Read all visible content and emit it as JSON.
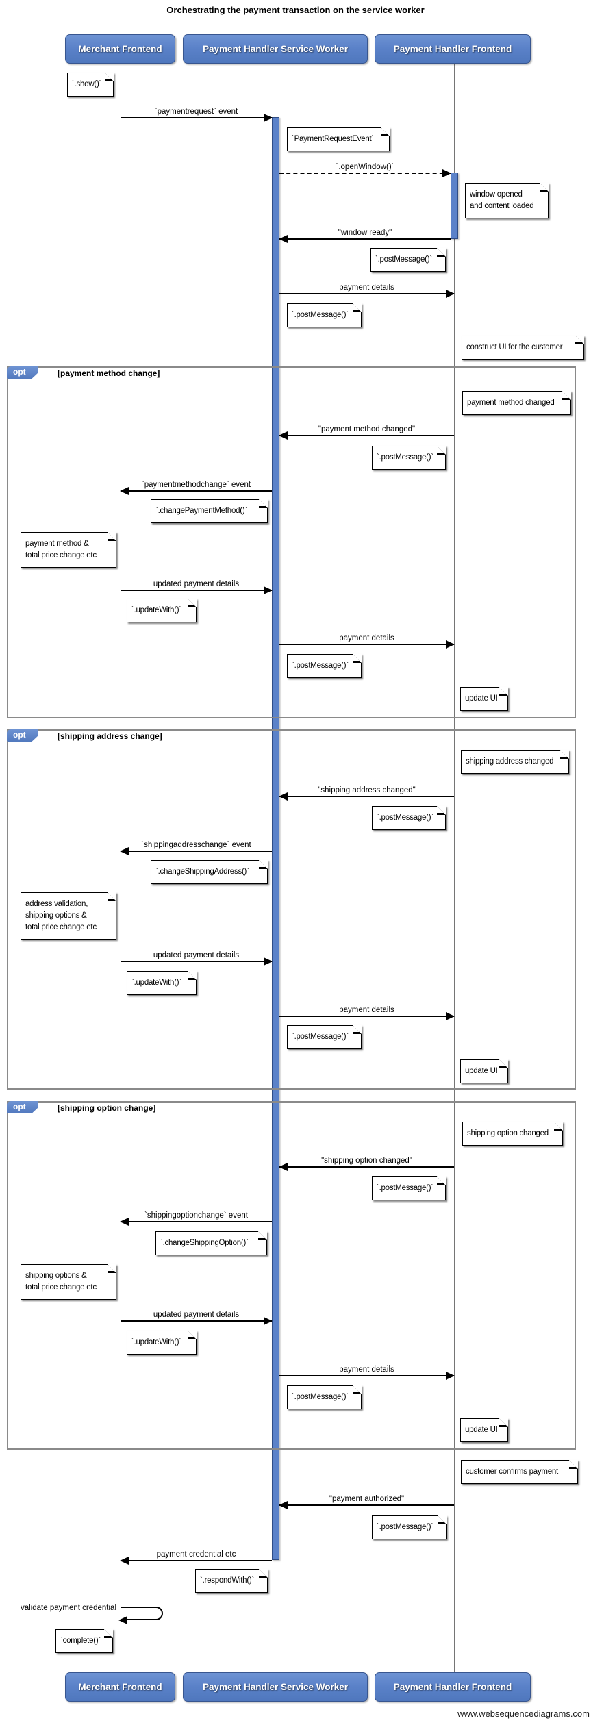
{
  "title": "Orchestrating the payment transaction on the service worker",
  "watermark": "www.websequencediagrams.com",
  "participants": {
    "merchant": "Merchant Frontend",
    "service_worker": "Payment Handler Service Worker",
    "handler_frontend": "Payment Handler Frontend"
  },
  "colors": {
    "participant_fill": "#5b82c9",
    "participant_border": "#38568f",
    "activation_fill": "#5b82c9",
    "fragment_border": "#8a8a8a",
    "note_fill": "#ffffff",
    "line": "#000000",
    "lifeline": "#757575"
  },
  "fragments": [
    {
      "keyword": "opt",
      "condition": "[payment method change]"
    },
    {
      "keyword": "opt",
      "condition": "[shipping address change]"
    },
    {
      "keyword": "opt",
      "condition": "[shipping option change]"
    }
  ],
  "messages": [
    {
      "label": "`paymentrequest` event",
      "from": "merchant",
      "to": "service_worker",
      "style": "solid"
    },
    {
      "label": "`.openWindow()`",
      "from": "service_worker",
      "to": "handler_frontend",
      "style": "dashed"
    },
    {
      "label": "\"window ready\"",
      "from": "handler_frontend",
      "to": "service_worker",
      "style": "solid"
    },
    {
      "label": "payment details",
      "from": "service_worker",
      "to": "handler_frontend",
      "style": "solid"
    },
    {
      "label": "\"payment method changed\"",
      "from": "handler_frontend",
      "to": "service_worker",
      "style": "solid"
    },
    {
      "label": "`paymentmethodchange` event",
      "from": "service_worker",
      "to": "merchant",
      "style": "solid"
    },
    {
      "label": "updated payment details",
      "from": "merchant",
      "to": "service_worker",
      "style": "solid"
    },
    {
      "label": "payment details",
      "from": "service_worker",
      "to": "handler_frontend",
      "style": "solid"
    },
    {
      "label": "\"shipping address changed\"",
      "from": "handler_frontend",
      "to": "service_worker",
      "style": "solid"
    },
    {
      "label": "`shippingaddresschange` event",
      "from": "service_worker",
      "to": "merchant",
      "style": "solid"
    },
    {
      "label": "updated payment details",
      "from": "merchant",
      "to": "service_worker",
      "style": "solid"
    },
    {
      "label": "payment details",
      "from": "service_worker",
      "to": "handler_frontend",
      "style": "solid"
    },
    {
      "label": "\"shipping option changed\"",
      "from": "handler_frontend",
      "to": "service_worker",
      "style": "solid"
    },
    {
      "label": "`shippingoptionchange` event",
      "from": "service_worker",
      "to": "merchant",
      "style": "solid"
    },
    {
      "label": "updated payment details",
      "from": "merchant",
      "to": "service_worker",
      "style": "solid"
    },
    {
      "label": "payment details",
      "from": "service_worker",
      "to": "handler_frontend",
      "style": "solid"
    },
    {
      "label": "\"payment authorized\"",
      "from": "handler_frontend",
      "to": "service_worker",
      "style": "solid"
    },
    {
      "label": "payment credential etc",
      "from": "service_worker",
      "to": "merchant",
      "style": "solid"
    },
    {
      "label": "validate payment credential",
      "from": "merchant",
      "to": "merchant",
      "style": "self"
    }
  ],
  "notes": [
    {
      "text": "`.show()`"
    },
    {
      "text": "`PaymentRequestEvent`"
    },
    {
      "text": "window opened\nand content loaded"
    },
    {
      "text": "`.postMessage()`"
    },
    {
      "text": "`.postMessage()`"
    },
    {
      "text": "construct UI for the customer"
    },
    {
      "text": "payment method changed"
    },
    {
      "text": "`.postMessage()`"
    },
    {
      "text": "`.changePaymentMethod()`"
    },
    {
      "text": "payment method &\ntotal price change etc"
    },
    {
      "text": "`.updateWith()`"
    },
    {
      "text": "`.postMessage()`"
    },
    {
      "text": "update UI"
    },
    {
      "text": "shipping address changed"
    },
    {
      "text": "`.postMessage()`"
    },
    {
      "text": "`.changeShippingAddress()`"
    },
    {
      "text": "address validation,\nshipping options &\ntotal price change etc"
    },
    {
      "text": "`.updateWith()`"
    },
    {
      "text": "`.postMessage()`"
    },
    {
      "text": "update UI"
    },
    {
      "text": "shipping option changed"
    },
    {
      "text": "`.postMessage()`"
    },
    {
      "text": "`.changeShippingOption()`"
    },
    {
      "text": "shipping options &\ntotal price change etc"
    },
    {
      "text": "`.updateWith()`"
    },
    {
      "text": "`.postMessage()`"
    },
    {
      "text": "update UI"
    },
    {
      "text": "customer confirms payment"
    },
    {
      "text": "`.postMessage()`"
    },
    {
      "text": "`.respondWith()`"
    },
    {
      "text": "`complete()`"
    }
  ]
}
